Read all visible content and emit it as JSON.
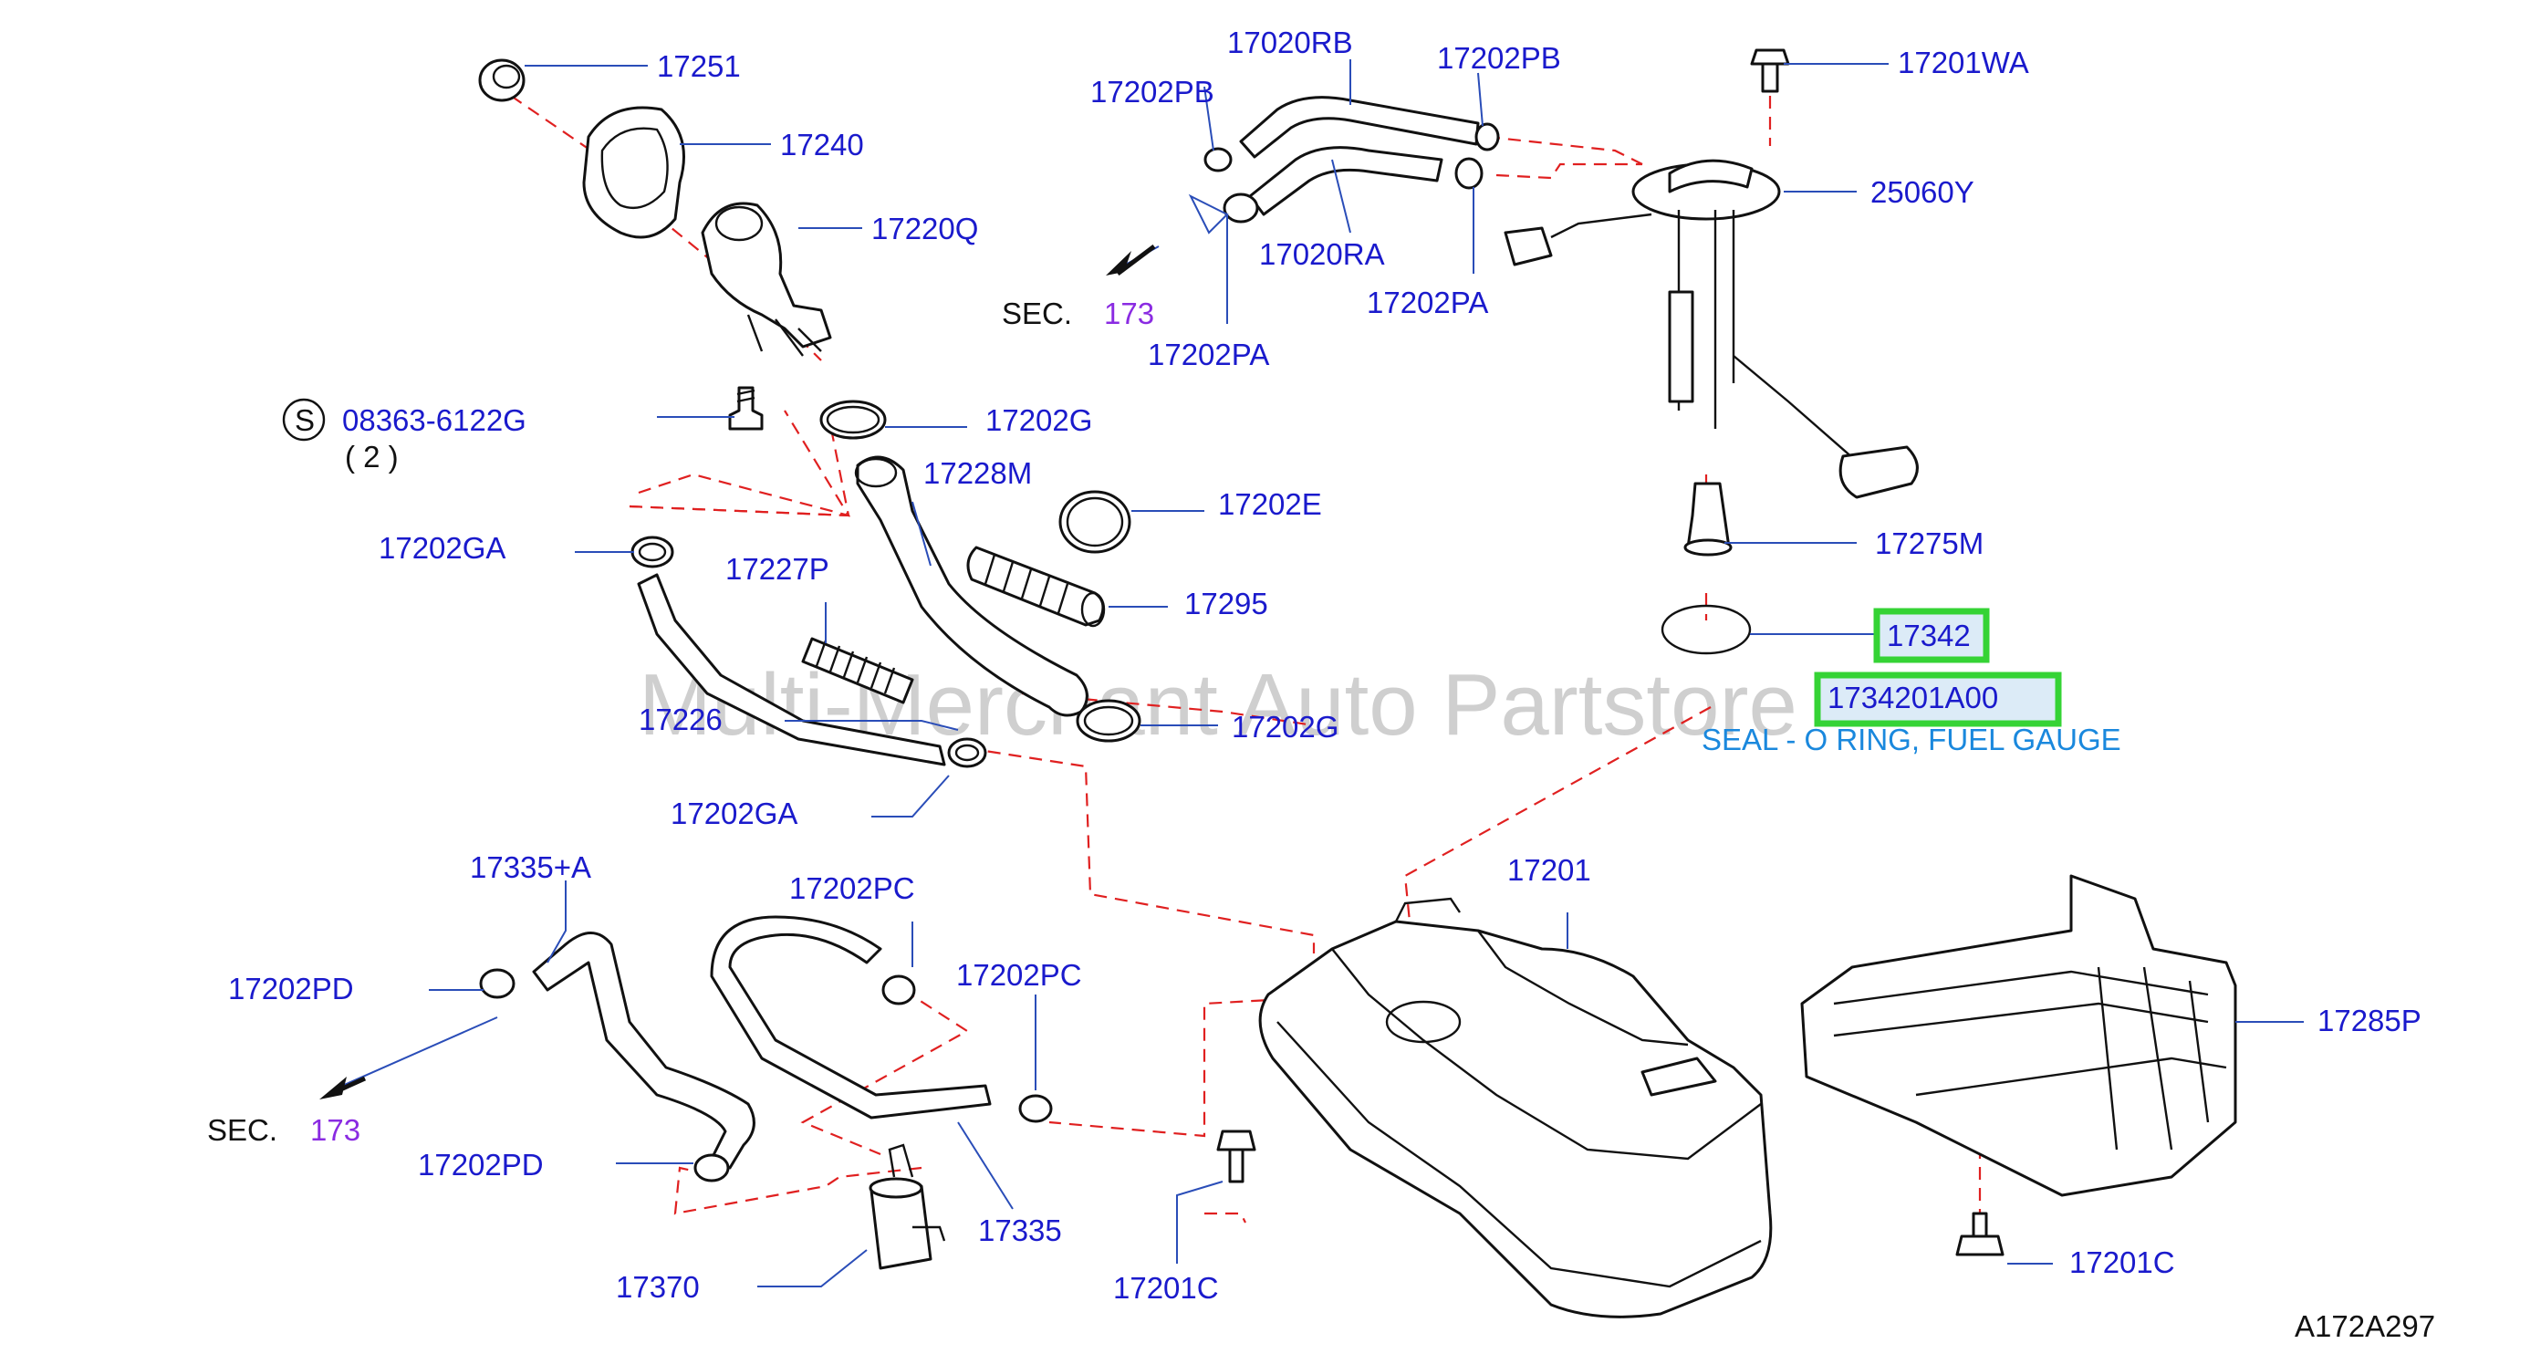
{
  "watermark": "Multi-Merchant Auto Partstore",
  "diagram_code": "A172A297",
  "note": "SEAL - O RING, FUEL GAUGE",
  "highlight": {
    "part_a": "17342",
    "part_b": "1734201A00"
  },
  "sec": {
    "label": "SEC.",
    "number": "173"
  },
  "screw_symbol": "S",
  "screw_qty": "( 2 )",
  "labels": {
    "p17251": "17251",
    "p17240": "17240",
    "p17220Q": "17220Q",
    "p08363": "08363-6122G",
    "p17202G_top": "17202G",
    "p17228M": "17228M",
    "p17202E": "17202E",
    "p17202GA_top": "17202GA",
    "p17227P": "17227P",
    "p17295": "17295",
    "p17226": "17226",
    "p17202G_bot": "17202G",
    "p17202GA_bot": "17202GA",
    "p17020RB": "17020RB",
    "p17202PB_left": "17202PB",
    "p17202PB_right": "17202PB",
    "p17201WA": "17201WA",
    "p25060Y": "25060Y",
    "p17020RA": "17020RA",
    "p17202PA_right": "17202PA",
    "p17202PA_left": "17202PA",
    "p17275M": "17275M",
    "p17201": "17201",
    "p17285P": "17285P",
    "p17335A": "17335+A",
    "p17202PD_top": "17202PD",
    "p17202PC_top": "17202PC",
    "p17202PC_mid": "17202PC",
    "p17202PD_bot": "17202PD",
    "p17335": "17335",
    "p17370": "17370",
    "p17201C_left": "17201C",
    "p17201C_right": "17201C"
  }
}
